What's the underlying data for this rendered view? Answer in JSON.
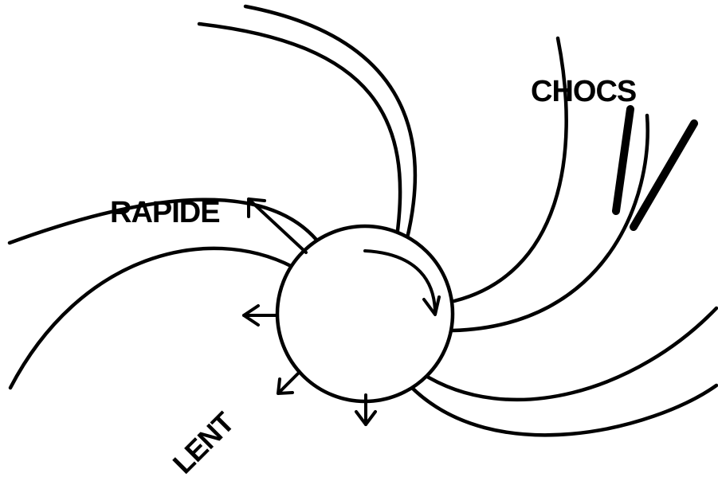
{
  "labels": {
    "fast": "RAPIDE",
    "slow": "LENT",
    "shocks": "CHOCS"
  },
  "colors": {
    "ink": "#000000",
    "background": "#ffffff"
  }
}
